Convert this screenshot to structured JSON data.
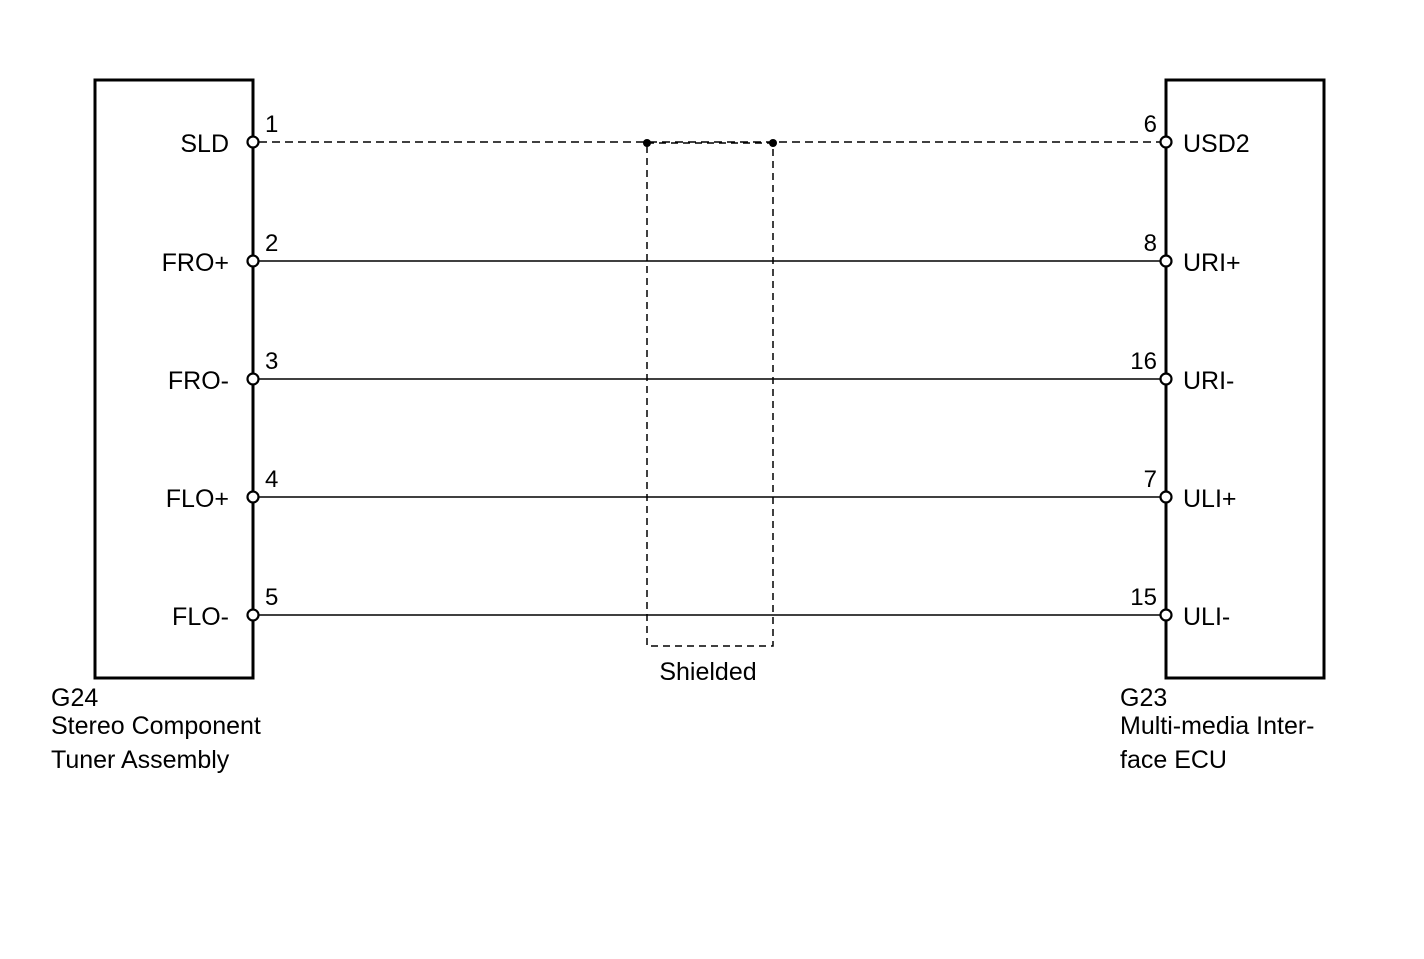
{
  "left_component": {
    "code": "G24",
    "name_lines": [
      "Stereo Component",
      "Tuner Assembly"
    ]
  },
  "right_component": {
    "code": "G23",
    "name_lines": [
      "Multi-media Inter-",
      "face ECU"
    ]
  },
  "shield_label": "Shielded",
  "wires": [
    {
      "left_label": "SLD",
      "left_pin": "1",
      "right_pin": "6",
      "right_label": "USD2",
      "style": "dashed"
    },
    {
      "left_label": "FRO+",
      "left_pin": "2",
      "right_pin": "8",
      "right_label": "URI+",
      "style": "solid"
    },
    {
      "left_label": "FRO-",
      "left_pin": "3",
      "right_pin": "16",
      "right_label": "URI-",
      "style": "solid"
    },
    {
      "left_label": "FLO+",
      "left_pin": "4",
      "right_pin": "7",
      "right_label": "ULI+",
      "style": "solid"
    },
    {
      "left_label": "FLO-",
      "left_pin": "5",
      "right_pin": "15",
      "right_label": "ULI-",
      "style": "solid"
    }
  ]
}
